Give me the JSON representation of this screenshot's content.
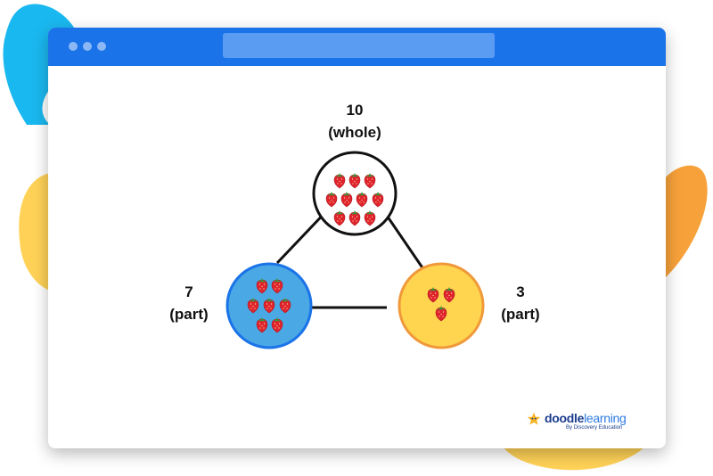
{
  "diagram": {
    "whole": {
      "value": "10",
      "label": "(whole)",
      "items": 10,
      "fill": "#ffffff"
    },
    "left_part": {
      "value": "7",
      "label": "(part)",
      "items": 7,
      "fill": "#4aa9e4"
    },
    "right_part": {
      "value": "3",
      "label": "(part)",
      "items": 3,
      "fill": "#ffd54f"
    },
    "item_icon": "strawberry-icon",
    "line_color": "#111111"
  },
  "branding": {
    "logo_word_1": "doodle",
    "logo_word_2": "learning",
    "logo_tagline": "By Discovery Education",
    "logo_icon": "star-icon"
  },
  "colors": {
    "titlebar": "#1a73e8",
    "blob_blue": "#1ab8f0",
    "blob_yellow": "#ffd257",
    "blob_orange": "#f7a13a"
  }
}
